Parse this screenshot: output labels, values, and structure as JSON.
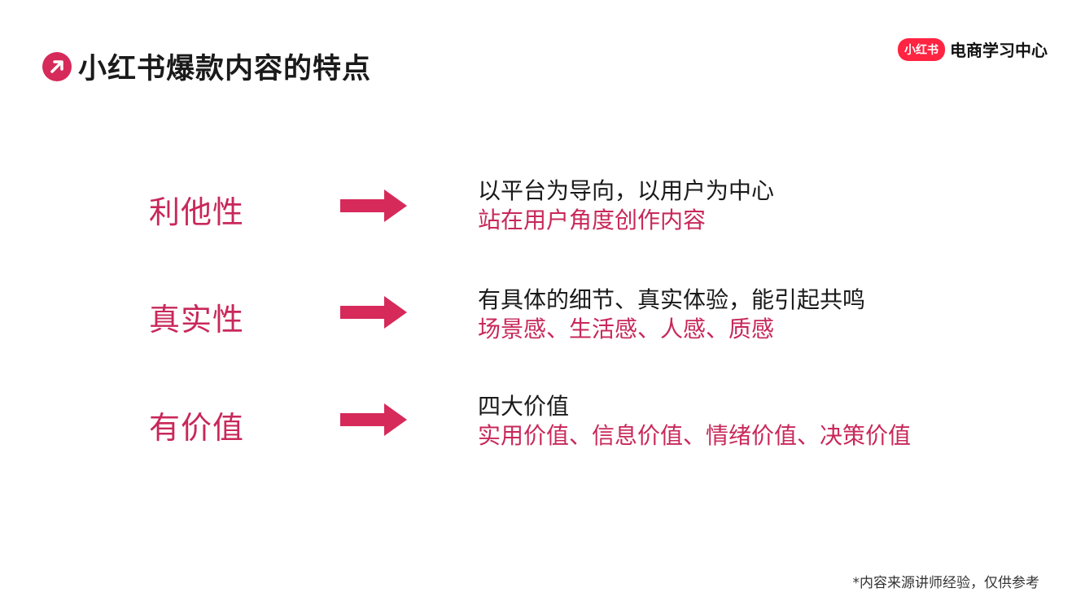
{
  "title": "小红书爆款内容的特点",
  "brand": {
    "logo_text": "小红书",
    "name": "电商学习中心"
  },
  "colors": {
    "accent": "#c8285a",
    "arrow": "#d62a5a",
    "logo": "#ff2442"
  },
  "items": [
    {
      "label": "利他性",
      "line1": "以平台为导向，以用户为中心",
      "line2": "站在用户角度创作内容"
    },
    {
      "label": "真实性",
      "line1": "有具体的细节、真实体验，能引起共鸣",
      "line2": "场景感、生活感、人感、质感"
    },
    {
      "label": "有价值",
      "line1": "四大价值",
      "line2": "实用价值、信息价值、情绪价值、决策价值"
    }
  ],
  "footnote": "*内容来源讲师经验，仅供参考"
}
